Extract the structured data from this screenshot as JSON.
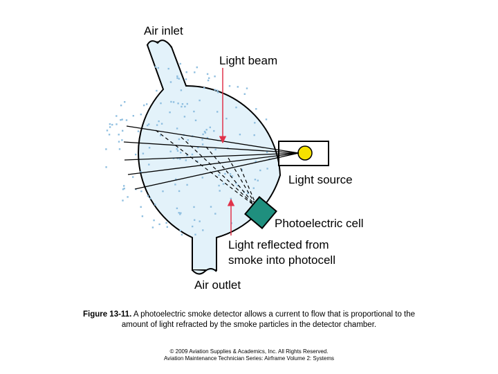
{
  "diagram": {
    "labels": {
      "air_inlet": "Air inlet",
      "light_beam": "Light beam",
      "light_source": "Light source",
      "photoelectric_cell": "Photoelectric cell",
      "light_reflected_line1": "Light reflected from",
      "light_reflected_line2": "smoke into photocell",
      "air_outlet": "Air outlet"
    },
    "colors": {
      "chamber_fill": "#e3f2fa",
      "particle": "#8fbfe0",
      "arrow": "#e0334a",
      "light_source_fill": "#f5e100",
      "photocell_fill": "#1f8f7e"
    }
  },
  "caption": {
    "figure_number": "Figure 13-11.",
    "text": " A photoelectric smoke detector allows a current to flow that is proportional to the amount of light refracted by the smoke particles in the detector chamber."
  },
  "copyright": {
    "line1": "© 2009 Aviation Supplies & Academics, Inc. All Rights Reserved.",
    "line2": "Aviation Maintenance Technician Series: Airframe Volume 2: Systems"
  }
}
